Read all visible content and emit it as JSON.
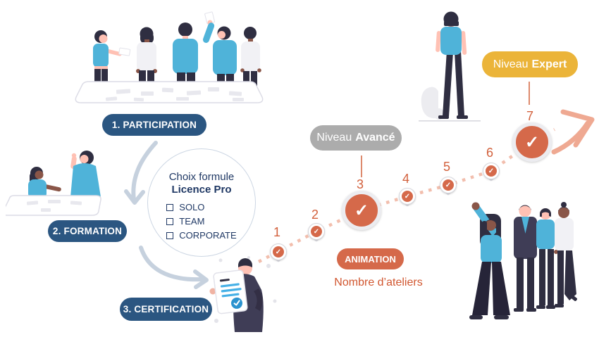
{
  "process": {
    "steps": [
      {
        "label": "1. PARTICIPATION"
      },
      {
        "label": "2. FORMATION"
      },
      {
        "label": "3. CERTIFICATION"
      }
    ]
  },
  "formula": {
    "title": "Choix formule",
    "subtitle": "Licence Pro",
    "options": [
      "SOLO",
      "TEAM",
      "CORPORATE"
    ]
  },
  "path": {
    "milestones": [
      "1",
      "2",
      "3",
      "4",
      "5",
      "6",
      "7"
    ],
    "major_milestones": [
      "3",
      "7"
    ],
    "animation_label": "ANIMATION",
    "axis_label": "Nombre d’ateliers"
  },
  "levels": {
    "advanced": {
      "prefix": "Niveau",
      "name": "Avancé",
      "at_milestone": "3"
    },
    "expert": {
      "prefix": "Niveau",
      "name": "Expert",
      "at_milestone": "7"
    }
  },
  "icons": {
    "check_glyph": "✓"
  },
  "colors": {
    "step_pill": "#2b5681",
    "orange_accent": "#d5694a",
    "milestone_number": "#d2603c",
    "dotted_path": "#f2bead",
    "expert_pill": "#ebb439",
    "advanced_pill": "#acacac",
    "formula_text": "#1f3864",
    "axis_text": "#d1562f"
  }
}
